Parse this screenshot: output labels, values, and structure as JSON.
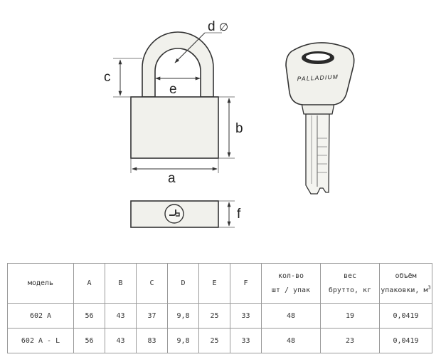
{
  "drawing": {
    "labels": {
      "a": "a",
      "b": "b",
      "c": "c",
      "d": "d",
      "e": "e",
      "f": "f",
      "diameter": "∅"
    },
    "key_brand": "PALLADIUM"
  },
  "table": {
    "headers": [
      {
        "line1": "модель"
      },
      {
        "line1": "A"
      },
      {
        "line1": "B"
      },
      {
        "line1": "C"
      },
      {
        "line1": "D"
      },
      {
        "line1": "E"
      },
      {
        "line1": "F"
      },
      {
        "line1": "кол-во",
        "line2": "шт / упак"
      },
      {
        "line1": "вес",
        "line2": "брутто, кг"
      },
      {
        "line1": "объём",
        "line2": "упаковки, м",
        "sup": "3"
      }
    ],
    "rows": [
      [
        "602 A",
        "56",
        "43",
        "37",
        "9,8",
        "25",
        "33",
        "48",
        "19",
        "0,0419"
      ],
      [
        "602 A - L",
        "56",
        "43",
        "83",
        "9,8",
        "25",
        "33",
        "48",
        "23",
        "0,0419"
      ]
    ]
  }
}
